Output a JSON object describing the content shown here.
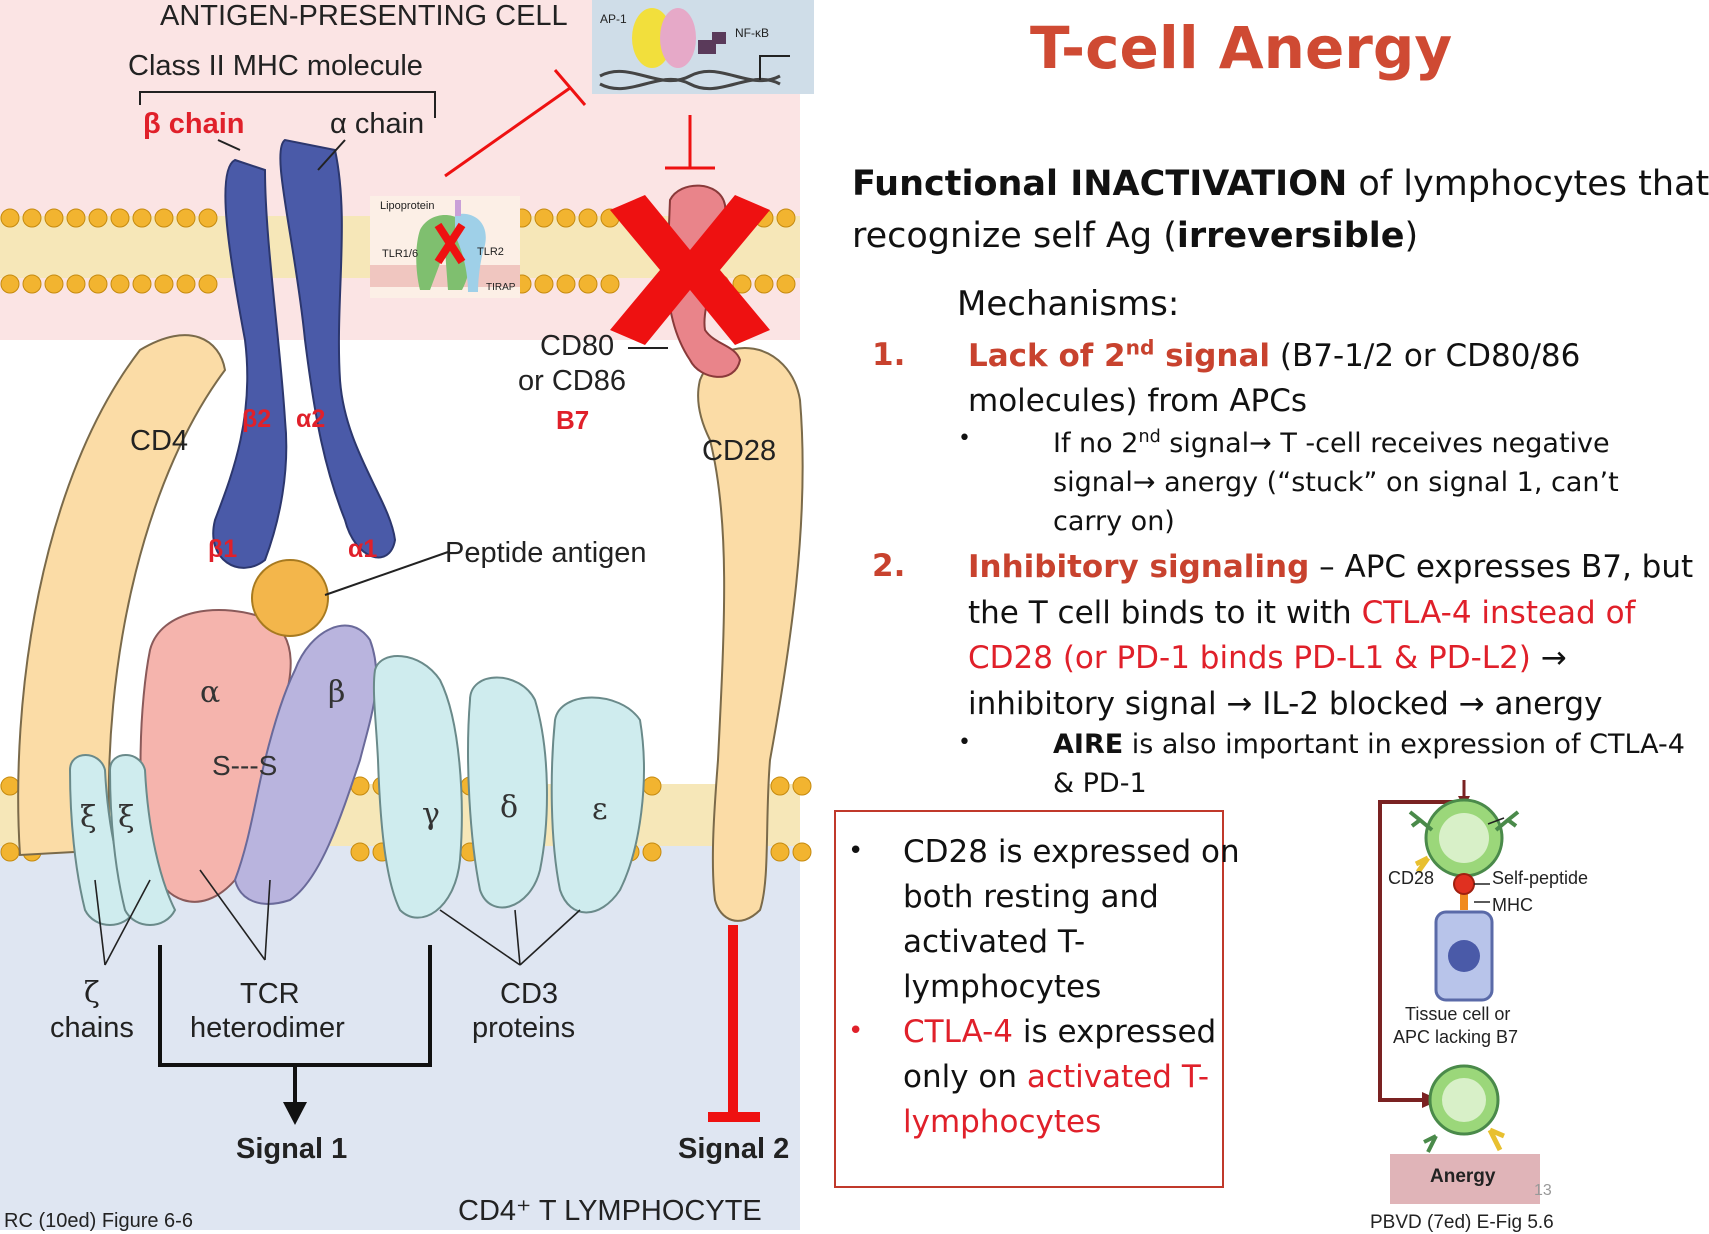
{
  "slide": {
    "title": "T-cell Anergy",
    "page_number": "13",
    "definition": {
      "bold_part": "Functional INACTIVATION",
      "rest_1": " of lymphocytes that",
      "line2_start": "recognize self Ag (",
      "bold_2": "irreversible",
      "line2_end": ")"
    },
    "mechanisms_heading": "Mechanisms:",
    "mechanisms": [
      {
        "number": "1.",
        "highlight": "Lack of 2nd signal",
        "highlight_base": "Lack of 2",
        "highlight_sup": "nd",
        "highlight_end": " signal",
        "text_1": " (B7-1/2 or CD80/86",
        "text_2": "molecules) from APCs",
        "bullet": {
          "line1a": "If no 2",
          "line1sup": "nd",
          "line1b": " signal→    T -cell receives negative",
          "line2": "signal→    anergy (“stuck” on signal 1, can’t",
          "line3": "carry on)"
        }
      },
      {
        "number": "2.",
        "highlight": "Inhibitory signaling",
        "text_1": " – APC expresses B7, but",
        "text_2a": "the T cell binds to it with ",
        "text_2red": "CTLA-4 instead of",
        "text_3red": "CD28 (or PD-1 binds PD-L1 & PD-L2)",
        "text_3end": " →",
        "text_4": "inhibitory signal →    IL-2 blocked →     anergy",
        "bullet": {
          "bold": "AIRE",
          "line1": " is also important in expression of CTLA-4",
          "line2": "& PD-1"
        }
      }
    ],
    "box": {
      "item1": [
        "CD28 is expressed on",
        "both resting and",
        "activated T-",
        "lymphocytes"
      ],
      "item2_red": "CTLA-4",
      "item2_line1": " is expressed",
      "item2_line2a": "only on ",
      "item2_line2red": "activated T-",
      "item2_line3red": "lymphocytes"
    },
    "left_figure": {
      "caption": "RC (10ed) Figure 6-6",
      "apc_label": "ANTIGEN-PRESENTING CELL",
      "mhc_label": "Class II MHC molecule",
      "beta_chain": "β chain",
      "alpha_chain": "α chain",
      "beta2": "β2",
      "alpha2": "α2",
      "beta1": "β1",
      "alpha1": "α1",
      "cd4": "CD4",
      "cd28": "CD28",
      "cd80": "CD80",
      "or_cd86": "or CD86",
      "b7": "B7",
      "peptide": "Peptide antigen",
      "tcr_alpha": "α",
      "tcr_beta": "β",
      "ss": "S---S",
      "zeta1": "ξ",
      "zeta2": "ξ",
      "gamma": "γ",
      "delta": "δ",
      "epsilon": "ε",
      "zeta_chains_1": "ζ",
      "zeta_chains_2": "chains",
      "tcr_1": "TCR",
      "tcr_2": "heterodimer",
      "cd3_1": "CD3",
      "cd3_2": "proteins",
      "signal1": "Signal 1",
      "signal2": "Signal 2",
      "tcell": "CD4⁺ T LYMPHOCYTE",
      "inset_ap1": "AP-1",
      "inset_nfkb": "NF-κB",
      "inset_lipoprotein": "Lipoprotein",
      "inset_tlr16": "TLR1/6",
      "inset_tlr2": "TLR2",
      "inset_tirap": "TIRAP"
    },
    "right_figure": {
      "cd28": "CD28",
      "self_peptide": "Self-peptide",
      "mhc": "MHC",
      "tissue_1": "Tissue cell or",
      "tissue_2": "APC lacking B7",
      "anergy": "Anergy",
      "caption": "PBVD (7ed) E-Fig 5.6"
    },
    "colors": {
      "title": "#cf4a33",
      "accent_red": "#e0202a",
      "mhc_blue": "#4a5aa8",
      "apc_bg": "#fbe4e4",
      "tcell_bg": "#dfe6f2"
    }
  }
}
